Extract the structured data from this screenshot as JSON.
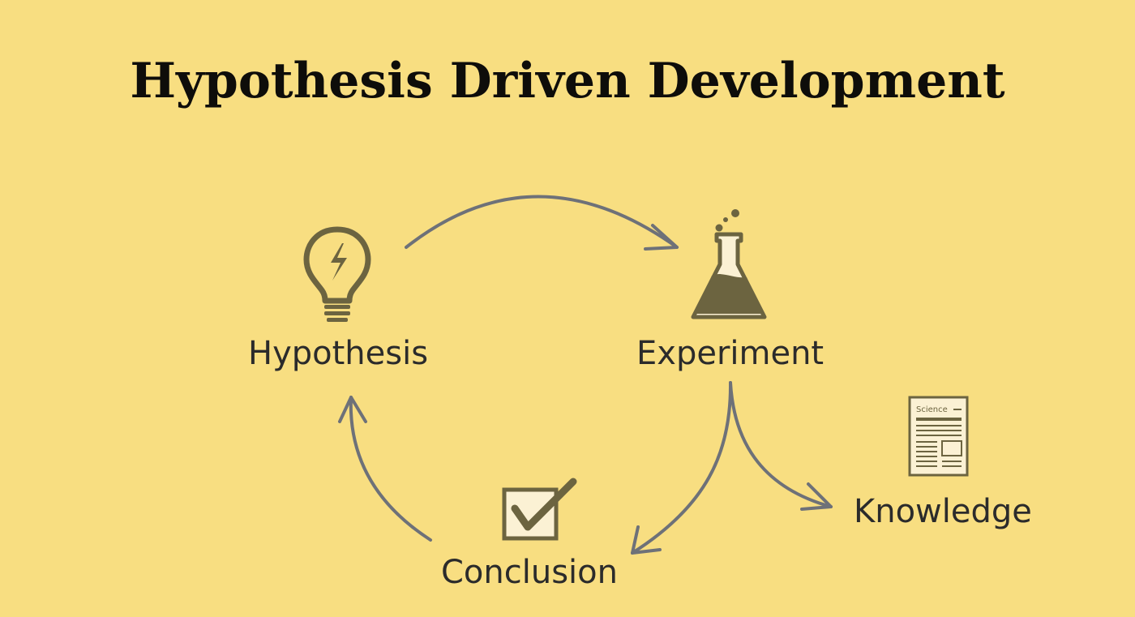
{
  "title": "Hypothesis Driven Development",
  "nodes": {
    "hypothesis": {
      "label": "Hypothesis",
      "icon": "lightbulb-icon"
    },
    "experiment": {
      "label": "Experiment",
      "icon": "flask-icon"
    },
    "knowledge": {
      "label": "Knowledge",
      "icon": "paper-icon",
      "icon_text": "Science"
    },
    "conclusion": {
      "label": "Conclusion",
      "icon": "checkbox-icon"
    }
  },
  "colors": {
    "background": "#f8de81",
    "arrow": "#6e7178",
    "icon": "#6c6440",
    "icon_fill": "#fbf1d4"
  }
}
